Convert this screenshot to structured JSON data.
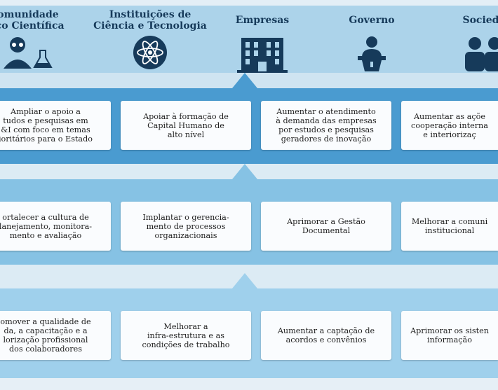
{
  "stakeholders": [
    {
      "name": "comunidade-cientifica",
      "line1": "omunidade",
      "line2": "ico Científica",
      "icon": "scientist-icon"
    },
    {
      "name": "instituicoes",
      "line1": "Instituições de",
      "line2": "Ciência e Tecnologia",
      "icon": "atom-icon"
    },
    {
      "name": "empresas",
      "line1": "Empresas",
      "line2": "",
      "icon": "building-icon"
    },
    {
      "name": "governo",
      "line1": "Governo",
      "line2": "",
      "icon": "speaker-podium-icon"
    },
    {
      "name": "sociedade",
      "line1": "Socieda",
      "line2": "",
      "icon": "people-icon"
    }
  ],
  "rows": [
    {
      "boxes": [
        {
          "lines": [
            "Ampliar o apoio a",
            "tudos e pesquisas em",
            "&I com foco em temas",
            "ioritários para o Estado"
          ]
        },
        {
          "lines": [
            "Apoiar à formação de",
            "Capital Humano de",
            "alto nível"
          ]
        },
        {
          "lines": [
            "Aumentar o atendimento",
            "à demanda das empresas",
            "por estudos e pesquisas",
            "geradores de inovação"
          ]
        },
        {
          "lines": [
            "Aumentar as açõe",
            "cooperação interna",
            "e interiorizaç"
          ]
        }
      ]
    },
    {
      "boxes": [
        {
          "lines": [
            "ortalecer a cultura de",
            "lanejamento, monitora-",
            "mento e avaliação"
          ]
        },
        {
          "lines": [
            "Implantar o gerencia-",
            "mento de processos",
            "organizacionais"
          ]
        },
        {
          "lines": [
            "Aprimorar a Gestão",
            "Documental"
          ]
        },
        {
          "lines": [
            "Melhorar a comuni",
            "institucional"
          ]
        }
      ]
    },
    {
      "boxes": [
        {
          "lines": [
            "omover a qualidade de",
            "da, a capacitação e a",
            "lorização profissional",
            "dos colaboradores"
          ]
        },
        {
          "lines": [
            "Melhorar a",
            "infra-estrutura e as",
            "condições de trabalho"
          ]
        },
        {
          "lines": [
            "Aumentar a captação de",
            "acordos e convênios"
          ]
        },
        {
          "lines": [
            "Aprimorar os sisten",
            "informação"
          ]
        }
      ]
    }
  ]
}
